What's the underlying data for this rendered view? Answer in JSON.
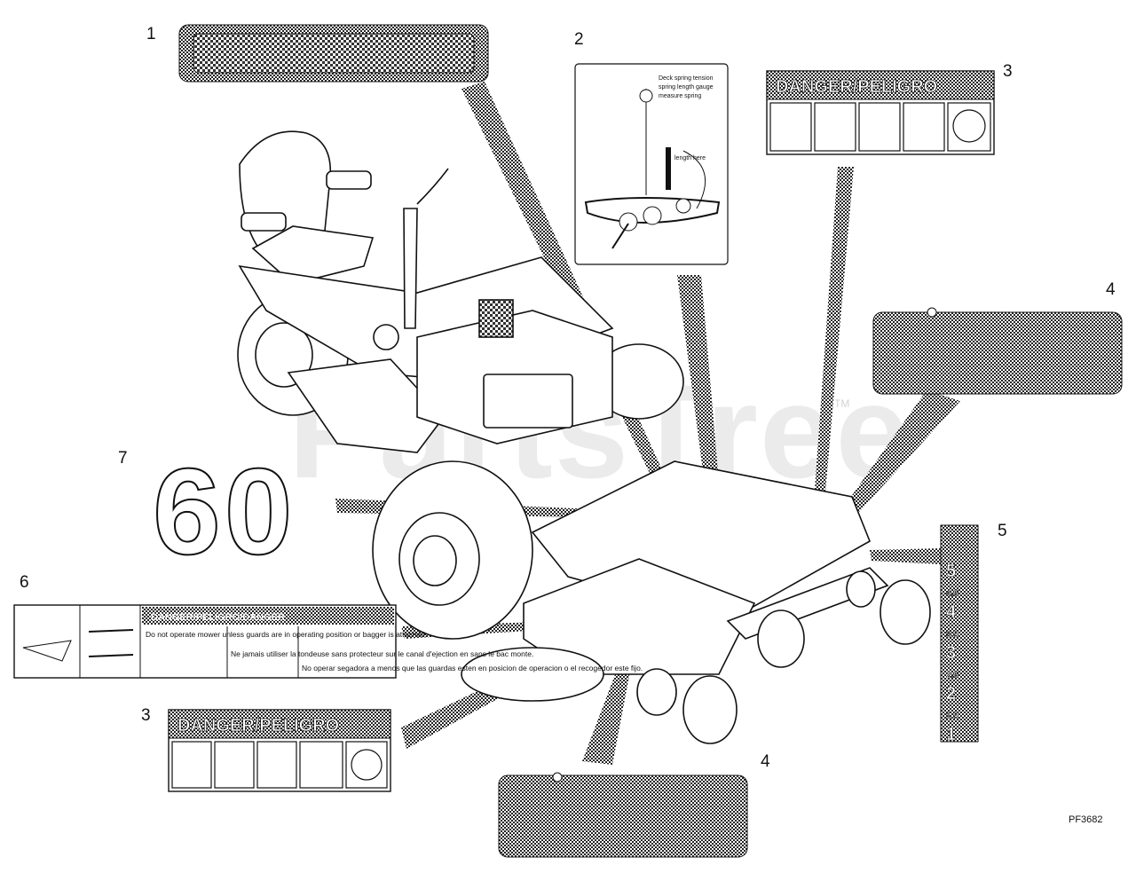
{
  "diagram": {
    "watermark": "PartsTree",
    "watermark_mark": "TM",
    "reference_code": "PF3682",
    "callouts": [
      "1",
      "2",
      "3",
      "4",
      "5",
      "7",
      "6",
      "3",
      "4"
    ],
    "decal_7_number": "60",
    "decal_3_header": "DANGER/PELIGRO",
    "decal_6_header": "DANGER/PELIGRO/DANGER",
    "decal_6_columns": [
      "Do not operate mower unless guards are in operating position or bagger is attached.",
      "Ne jamais utiliser la tondeuse sans protecteur sur le canal d'ejection en sans le bac monte.",
      "No operar segadora a menos que las guardas esten en posicion de operacion o el recogedor este fijo."
    ],
    "decal_5_scale": [
      "5",
      "4.5",
      "4",
      "3.5",
      "3",
      "2.5",
      "2",
      "1.5",
      "1"
    ],
    "decal_2_text": [
      "Deck spring tension",
      "spring length gauge",
      "measure spring",
      "length here"
    ]
  },
  "colors": {
    "ink": "#111111",
    "stipple": "#444444",
    "watermark": "#d8d8d8"
  }
}
